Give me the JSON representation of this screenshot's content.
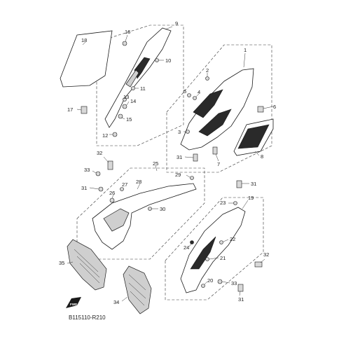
{
  "diagram_code": "B115110-R210",
  "fwd_label": "FWD",
  "callouts": {
    "c1": "1",
    "c2": "2",
    "c3": "3",
    "c4": "4",
    "c5": "5",
    "c6": "6",
    "c7": "7",
    "c8": "8",
    "c9": "9",
    "c10": "10",
    "c11": "11",
    "c12": "12",
    "c13": "13",
    "c14": "14",
    "c15": "15",
    "c16": "16",
    "c17": "17",
    "c18": "18",
    "c19": "19",
    "c20": "20",
    "c21": "21",
    "c22": "22",
    "c23": "23",
    "c24": "24",
    "c25": "25",
    "c26": "26",
    "c27": "27",
    "c28": "28",
    "c29": "29",
    "c30": "30",
    "c31a": "31",
    "c31b": "31",
    "c31c": "31",
    "c31d": "31",
    "c32a": "32",
    "c32b": "32",
    "c33a": "33",
    "c33b": "33",
    "c34": "34",
    "c35": "35"
  }
}
